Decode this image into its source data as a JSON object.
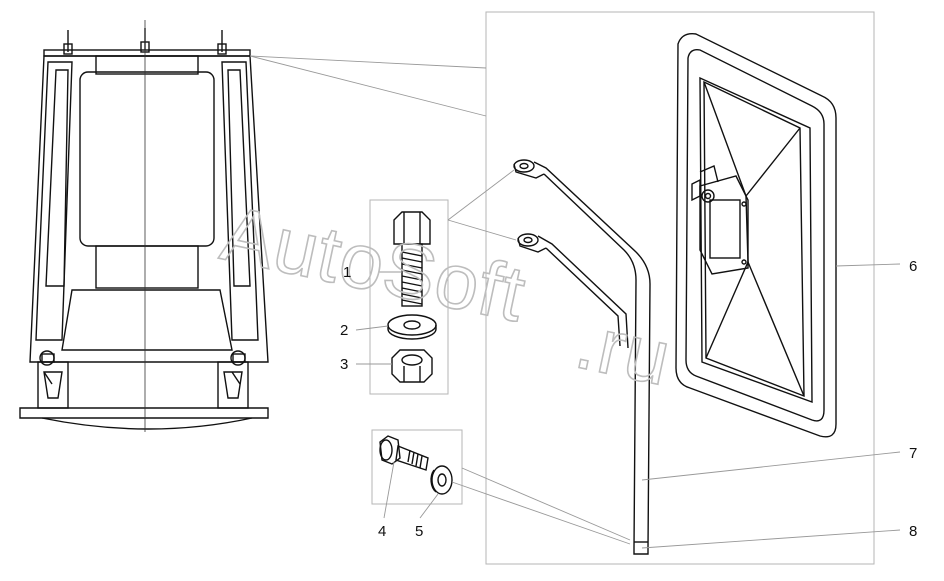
{
  "watermark": {
    "part1": "AutoSoft",
    "part2": ".ru"
  },
  "callouts": [
    {
      "id": "1",
      "label": "1"
    },
    {
      "id": "2",
      "label": "2"
    },
    {
      "id": "3",
      "label": "3"
    },
    {
      "id": "4",
      "label": "4"
    },
    {
      "id": "5",
      "label": "5"
    },
    {
      "id": "6",
      "label": "6"
    },
    {
      "id": "7",
      "label": "7"
    },
    {
      "id": "8",
      "label": "8"
    }
  ],
  "colors": {
    "line": "#111111",
    "leader": "#999999",
    "frame": "#b5b5b5",
    "watermark": "#bdbdbd"
  }
}
